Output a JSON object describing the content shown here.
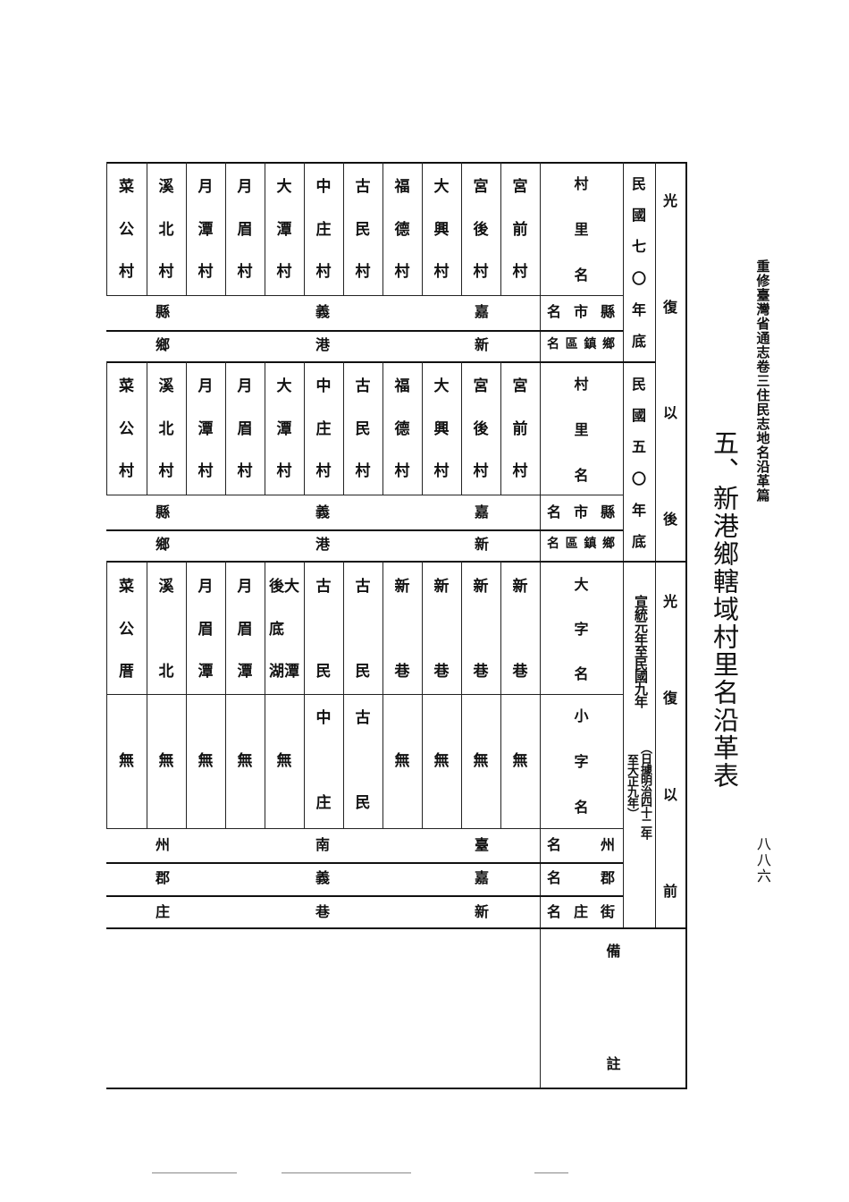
{
  "header": {
    "running_title": "重修臺灣省通志卷三住民志地名沿革篇",
    "section_title": "五、新港鄉轄域村里名沿革表",
    "page_number": "八八六"
  },
  "periods": {
    "after_retrocession": "光復以後",
    "before_retrocession": "光復以前",
    "y70": "民國七〇年底",
    "y50": "民國五〇年底",
    "xuantong": "宣統元年至民國九年",
    "xuantong_note_a": "（日據明治四十二年",
    "xuantong_note_b": "至大正九年）"
  },
  "labels": {
    "village_name": "村里名",
    "county_city_name": "縣市名",
    "township_name": "鄉鎮區名",
    "oaza_name": "大字名",
    "koaza_name": "小字名",
    "prefecture_name": "州名",
    "county_gun_name": "郡名",
    "street_name": "街庄名",
    "remarks": "備註"
  },
  "section_1970s": {
    "villages": [
      "宮前村",
      "宮後村",
      "大興村",
      "福德村",
      "古民村",
      "中庄村",
      "大潭村",
      "月眉村",
      "月潭村",
      "溪北村",
      "菜公村"
    ],
    "county": "嘉義縣",
    "township": "新港鄉"
  },
  "section_1950s": {
    "villages": [
      "宮前村",
      "宮後村",
      "大興村",
      "福德村",
      "古民村",
      "中庄村",
      "大潭村",
      "月眉村",
      "月潭村",
      "溪北村",
      "菜公村"
    ],
    "county": "嘉義縣",
    "township": "新港鄉"
  },
  "section_japanese": {
    "oaza": [
      "新巷",
      "新巷",
      "新巷",
      "新巷",
      "古民",
      "古民",
      "大潭後底湖",
      "月眉潭",
      "月眉潭",
      "溪北",
      "菜公厝"
    ],
    "koaza": [
      "無",
      "無",
      "無",
      "無",
      "古民",
      "中庄",
      "無",
      "無",
      "無",
      "無",
      "無"
    ],
    "prefecture": "臺南州",
    "gun": "嘉義郡",
    "street": "新巷庄"
  },
  "remarks_text": ""
}
